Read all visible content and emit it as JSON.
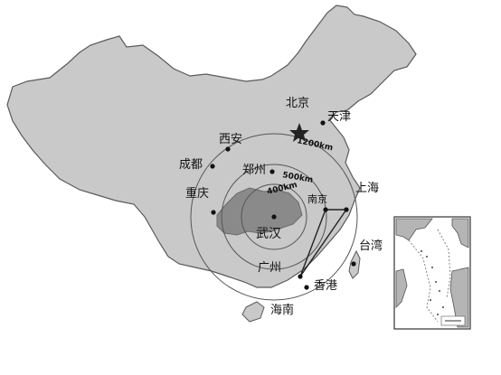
{
  "map": {
    "cities": {
      "beijing": "北京",
      "tianjin": "天津",
      "xian": "西安",
      "chengdu": "成都",
      "zhengzhou": "郑州",
      "chongqing": "重庆",
      "nanjing": "南京",
      "shanghai": "上海",
      "wuhan": "武汉",
      "guangzhou": "广州",
      "taiwan": "台湾",
      "hongkong": "香港",
      "hainan": "海南"
    },
    "rings": {
      "inner": "400km",
      "middle": "500km",
      "outer": "1200km"
    },
    "colors": {
      "land": "#c9c9c9",
      "province": "#8a8a8a",
      "ring": "#555555",
      "border": "#555555"
    }
  }
}
